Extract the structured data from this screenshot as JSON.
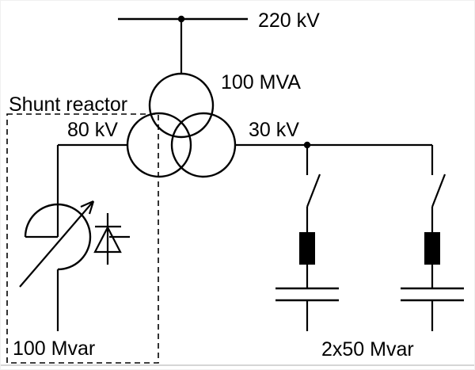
{
  "figure": {
    "bus_label": "220 kV",
    "transformer_label": "100 MVA",
    "reactor_winding_label": "80 kV",
    "capacitor_winding_label": "30 kV",
    "reactor_box_title": "Shunt reactor",
    "reactor_rating_label": "100 Mvar",
    "capacitor_rating_label": "2x50 Mvar"
  },
  "components": {
    "transformer": "three-winding transformer",
    "reactor_branch": "thyristor-controlled variable shunt reactor",
    "capacitor_branches": "two switched capacitor banks with series damping reactors"
  },
  "colors": {
    "line": "#000000",
    "background": "#ffffff",
    "frame": "#d6d6d6"
  }
}
